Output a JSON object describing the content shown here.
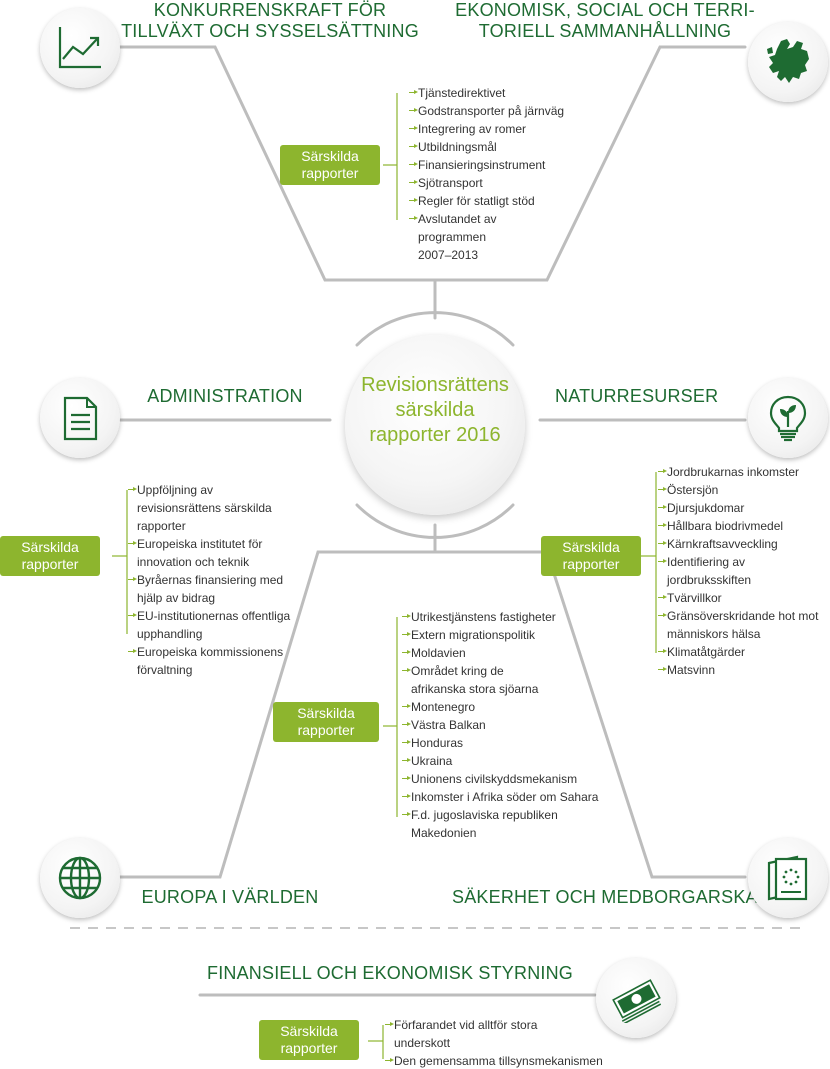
{
  "center": {
    "line1": "Revisionsrättens",
    "line2": "särskilda",
    "line3": "rapporter 2016"
  },
  "badge_label": "Särskilda rapporter",
  "sections": {
    "competitiveness": {
      "title_line1": "KONKURRENSKRAFT FÖR",
      "title_line2": "TILLVÄXT OCH SYSSELSÄTTNING",
      "icon": "growth-chart-icon"
    },
    "cohesion": {
      "title_line1": "EKONOMISK, SOCIAL OCH TERRI-",
      "title_line2": "TORIELL SAMMANHÅLLNING",
      "icon": "eu-map-icon",
      "reports": [
        "Tjänstedirektivet",
        "Godstransporter på järnväg",
        "Integrering av romer",
        "Utbildningsmål",
        "Finansieringsinstrument",
        "Sjötransport",
        "Regler för statligt stöd",
        "Avslutandet av programmen 2007–2013"
      ]
    },
    "administration": {
      "title": "ADMINISTRATION",
      "icon": "document-icon",
      "reports": [
        "Uppföljning av revisionsrättens särskilda rapporter",
        "Europeiska institutet för innovation och teknik",
        "Byråernas finansiering med hjälp av bidrag",
        "EU-institutionernas offentliga upphandling",
        "Europeiska kommissionens förvaltning"
      ]
    },
    "natural_resources": {
      "title": "NATURRESURSER",
      "icon": "lightbulb-plant-icon",
      "reports": [
        "Jordbrukarnas inkomster",
        "Östersjön",
        "Djursjukdomar",
        "Hållbara biodrivmedel",
        "Kärnkraftsavveckling",
        "Identifiering av jordbruksskiften",
        "Tvärvillkor",
        "Gränsöverskridande hot mot människors hälsa",
        "Klimatåtgärder",
        "Matsvinn"
      ]
    },
    "global_europe": {
      "title": "EUROPA I VÄRLDEN",
      "icon": "globe-icon",
      "reports": [
        "Utrikestjänstens fastigheter",
        "Extern migrationspolitik",
        "Moldavien",
        "Området kring de afrikanska stora sjöarna",
        "Montenegro",
        "Västra Balkan",
        "Honduras",
        "Ukraina",
        "Unionens civilskyddsmekanism",
        "Inkomster i Afrika söder om Sahara",
        "F.d. jugoslaviska republiken Makedonien"
      ]
    },
    "security": {
      "title": "SÄKERHET OCH MEDBORGARSKAP",
      "icon": "eu-passport-icon"
    },
    "financial": {
      "title": "FINANSIELL OCH EKONOMISK STYRNING",
      "icon": "banknotes-icon",
      "reports": [
        "Förfarandet vid alltför stora underskott",
        "Den gemensamma tillsynsmekanismen"
      ]
    }
  },
  "colors": {
    "title_green": "#1e6b32",
    "accent_green": "#8db52e",
    "line_gray": "#bdbdbd",
    "icon_dark_green": "#1e6b32"
  }
}
